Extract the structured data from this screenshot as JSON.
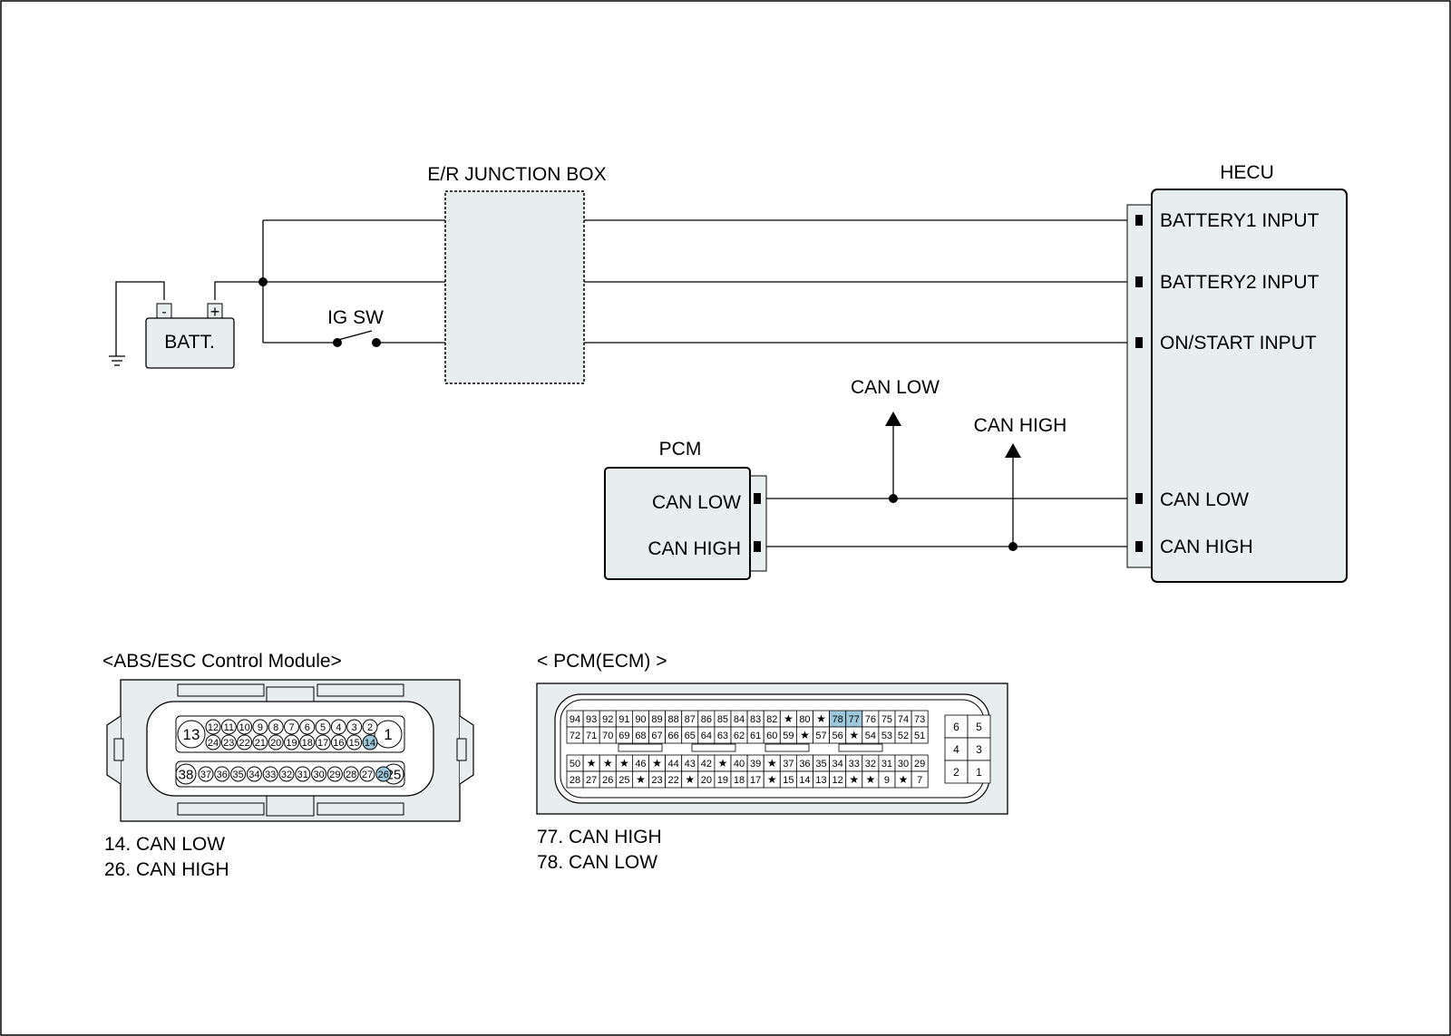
{
  "labels": {
    "junction_box": "E/R JUNCTION BOX",
    "hecu": "HECU",
    "battery": "BATT.",
    "battery_minus": "-",
    "battery_plus": "+",
    "ig_sw": "IG SW",
    "pcm": "PCM",
    "can_low_arrow": "CAN LOW",
    "can_high_arrow": "CAN HIGH"
  },
  "hecu_pins": [
    "BATTERY1 INPUT",
    "BATTERY2 INPUT",
    "ON/START INPUT",
    "CAN LOW",
    "CAN HIGH"
  ],
  "pcm_pins": [
    "CAN LOW",
    "CAN HIGH"
  ],
  "abs_connector": {
    "title": "<ABS/ESC Control Module>",
    "big_pins": [
      "13",
      "1",
      "38",
      "25"
    ],
    "row1": [
      "12",
      "11",
      "10",
      "9",
      "8",
      "7",
      "6",
      "5",
      "4",
      "3",
      "2"
    ],
    "row2": [
      "24",
      "23",
      "22",
      "21",
      "20",
      "19",
      "18",
      "17",
      "16",
      "15",
      "14"
    ],
    "row3": [
      "37",
      "36",
      "35",
      "34",
      "33",
      "32",
      "31",
      "30",
      "29",
      "28",
      "27",
      "26"
    ],
    "highlight": [
      "14",
      "26"
    ],
    "notes": [
      "14. CAN LOW",
      "26. CAN HIGH"
    ]
  },
  "pcm_connector": {
    "title": "< PCM(ECM) >",
    "row1": [
      "94",
      "93",
      "92",
      "91",
      "90",
      "89",
      "88",
      "87",
      "86",
      "85",
      "84",
      "83",
      "82",
      "★",
      "80",
      "★",
      "78",
      "77",
      "76",
      "75",
      "74",
      "73"
    ],
    "row2": [
      "72",
      "71",
      "70",
      "69",
      "68",
      "67",
      "66",
      "65",
      "64",
      "63",
      "62",
      "61",
      "60",
      "59",
      "★",
      "57",
      "56",
      "★",
      "54",
      "53",
      "52",
      "51"
    ],
    "row3": [
      "50",
      "★",
      "★",
      "★",
      "46",
      "★",
      "44",
      "43",
      "42",
      "★",
      "40",
      "39",
      "★",
      "37",
      "36",
      "35",
      "34",
      "33",
      "32",
      "31",
      "30",
      "29"
    ],
    "row4": [
      "28",
      "27",
      "26",
      "25",
      "★",
      "23",
      "22",
      "★",
      "20",
      "19",
      "18",
      "17",
      "★",
      "15",
      "14",
      "13",
      "12",
      "★",
      "★",
      "9",
      "★",
      "7"
    ],
    "side": [
      "6",
      "5",
      "4",
      "3",
      "2",
      "1"
    ],
    "highlight": [
      "78",
      "77"
    ],
    "notes": [
      "77. CAN HIGH",
      "78. CAN LOW"
    ]
  },
  "colors": {
    "line": "#000000",
    "box_fill": "#e8eeee",
    "pin_highlight": "#9ec9dc"
  }
}
